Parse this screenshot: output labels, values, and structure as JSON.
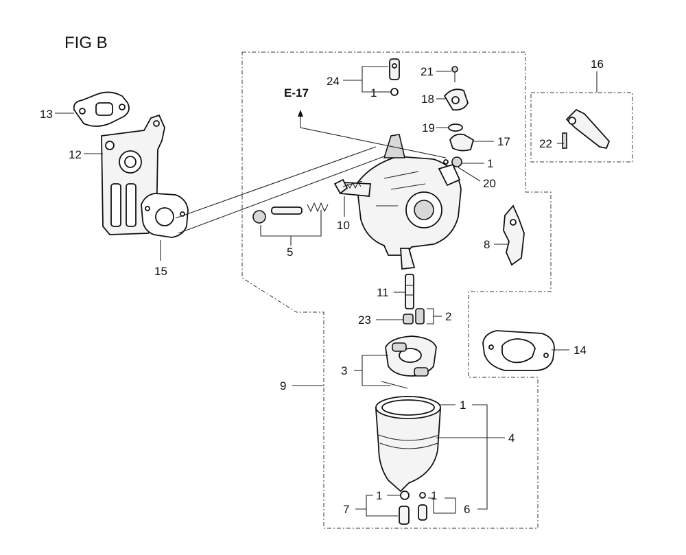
{
  "figure": {
    "title": "FIG B",
    "reference": "E-17"
  },
  "callouts": {
    "p1": "1",
    "p2": "2",
    "p3": "3",
    "p4": "4",
    "p5": "5",
    "p6": "6",
    "p7": "7",
    "p8": "8",
    "p9": "9",
    "p10": "10",
    "p11": "11",
    "p12": "12",
    "p13": "13",
    "p14": "14",
    "p15": "15",
    "p16": "16",
    "p17": "17",
    "p18": "18",
    "p19": "19",
    "p20": "20",
    "p21": "21",
    "p22": "22",
    "p23": "23",
    "p24": "24"
  }
}
